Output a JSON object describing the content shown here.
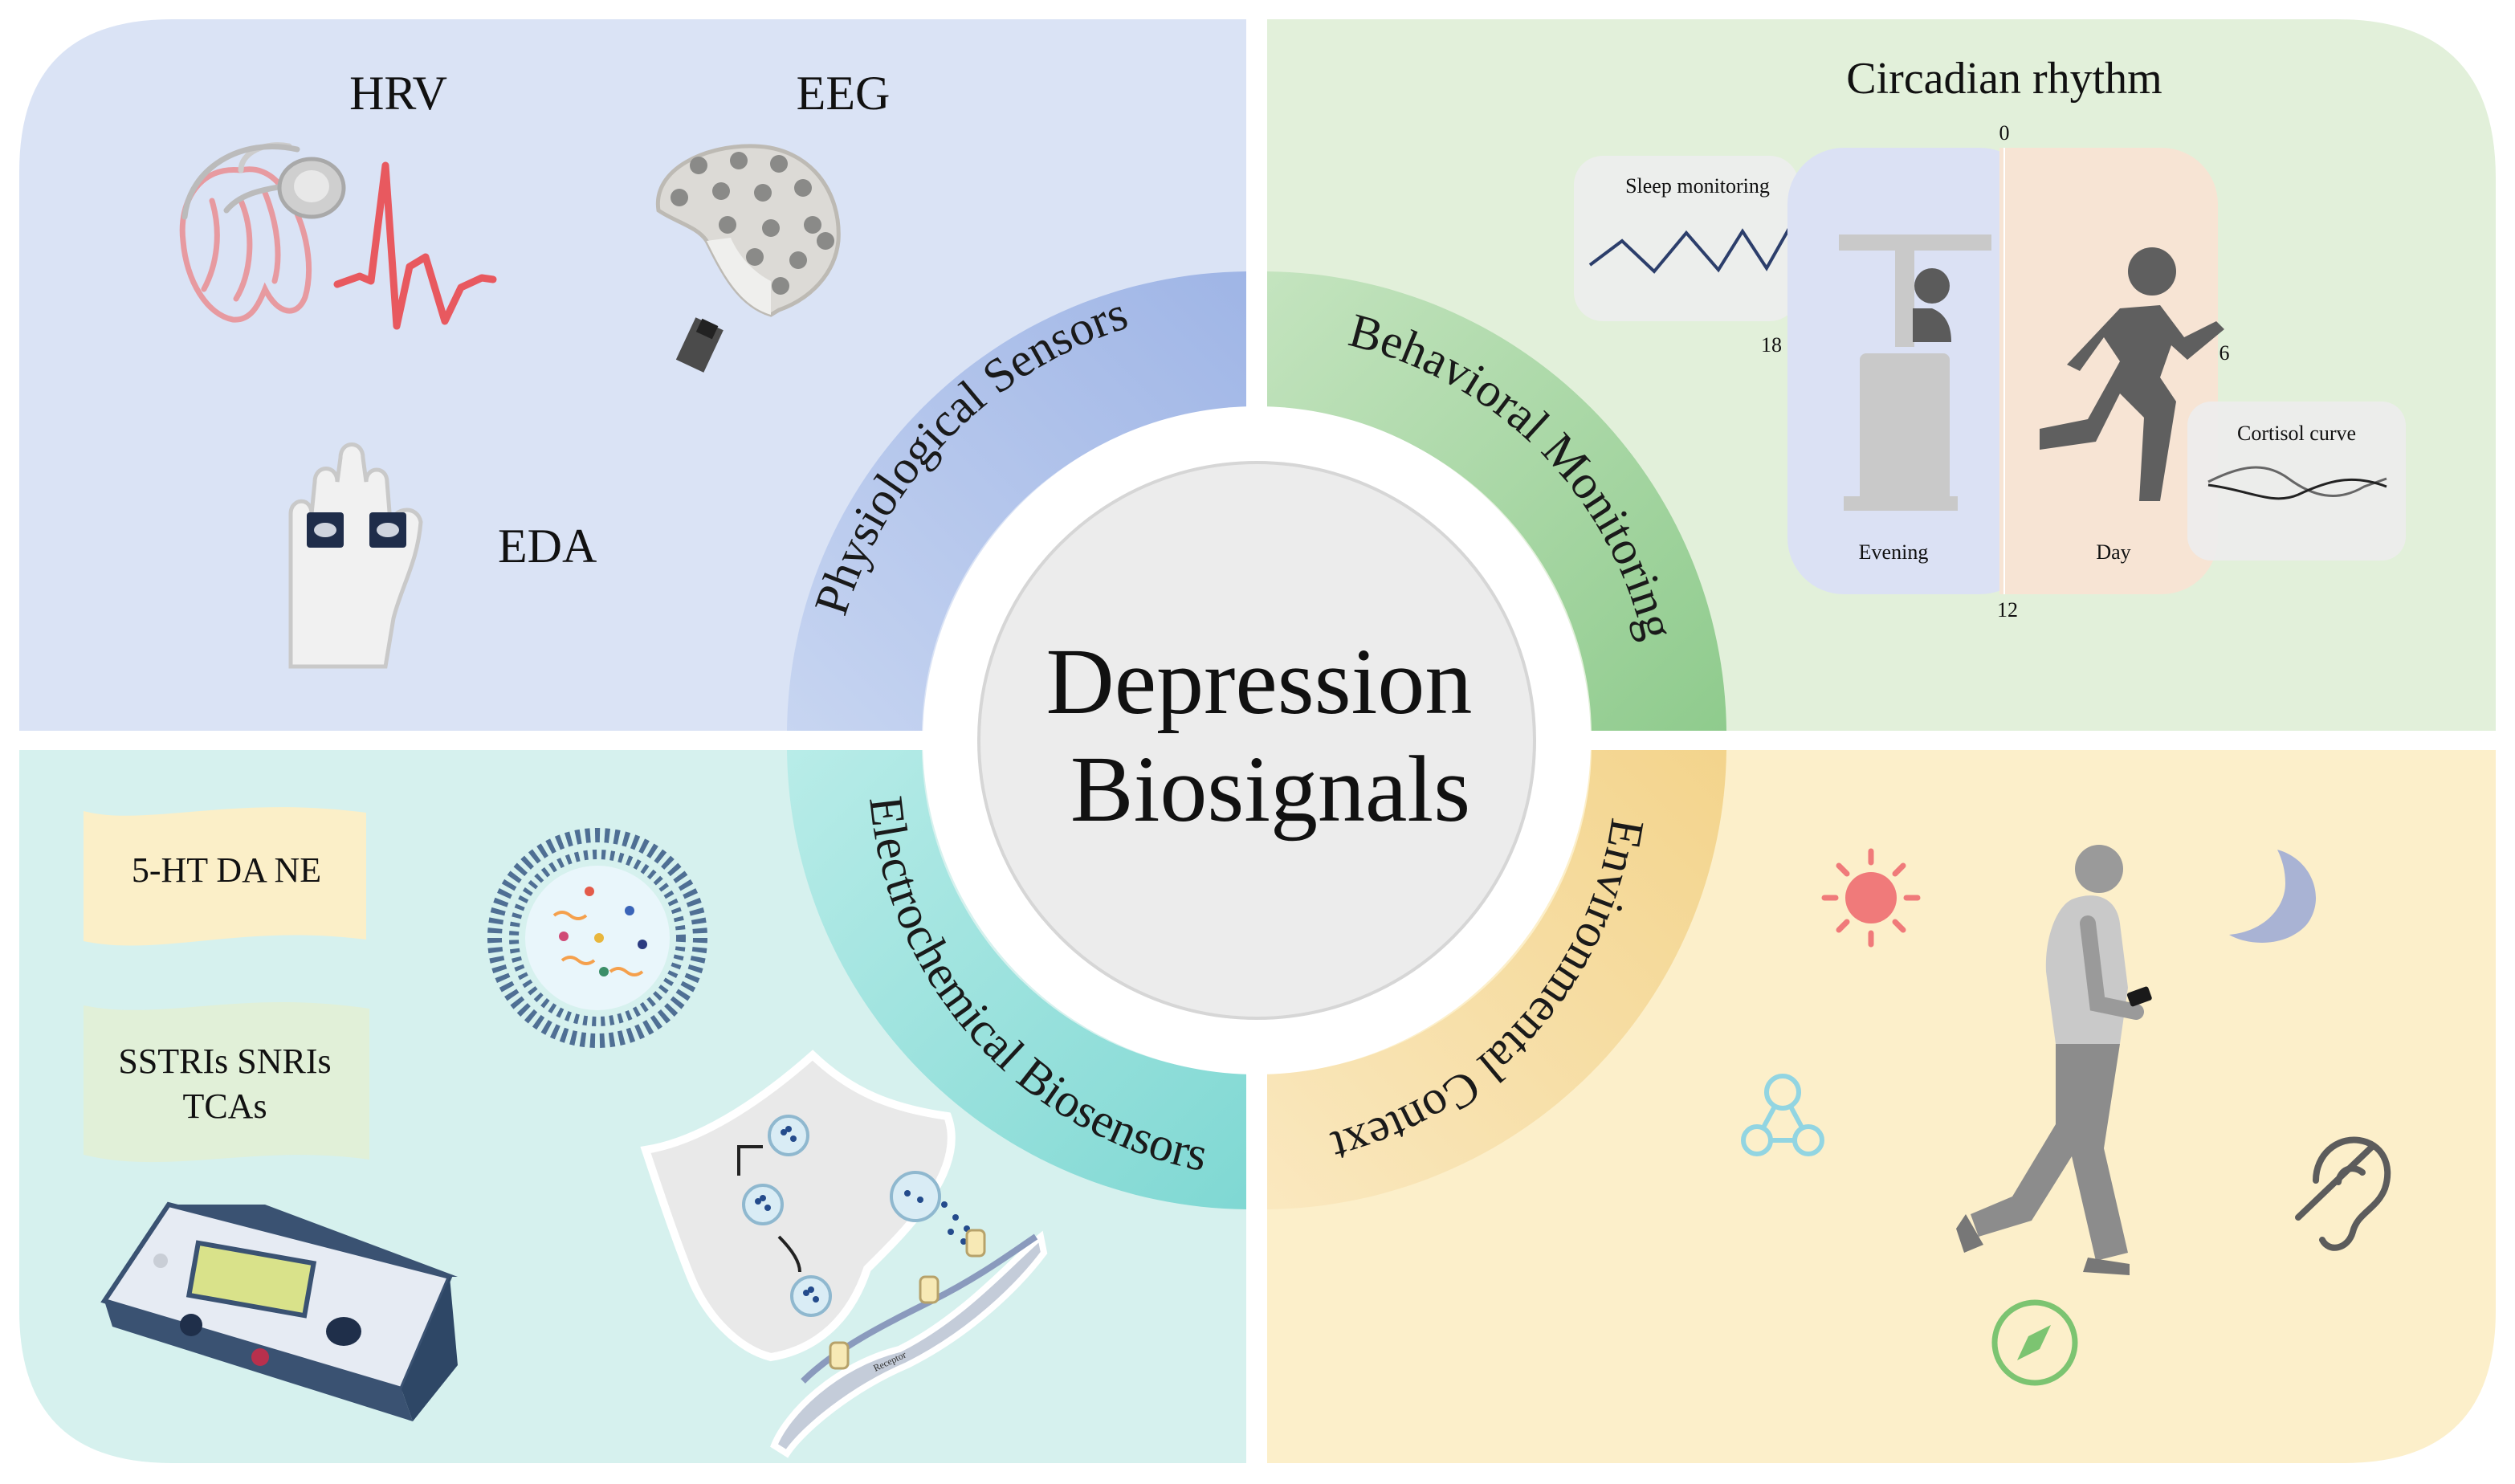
{
  "center_title": {
    "line1": "Depression",
    "line2": "Biosignals"
  },
  "ring_labels": {
    "physiological": "Physiological Sensors",
    "behavioral": "Behavioral Monitoring",
    "electrochemical": "Electrochemical Biosensors",
    "environmental": "Environmental Context"
  },
  "physiological": {
    "hrv": "HRV",
    "eeg": "EEG",
    "eda": "EDA"
  },
  "behavioral": {
    "title": "Circadian rhythm",
    "sleep_monitoring": "Sleep monitoring",
    "cortisol_curve": "Cortisol curve",
    "clock_0": "0",
    "clock_6": "6",
    "clock_12": "12",
    "clock_18": "18",
    "evening": "Evening",
    "day": "Day"
  },
  "electrochemical": {
    "neurotransmitters": "5-HT DA  NE",
    "drugs_line1": "SSTRIs SNRIs",
    "drugs_line2": "TCAs",
    "receptor": "Receptor"
  },
  "colors": {
    "physiological_bg": "#dae3f5",
    "behavioral_bg": "#e2f0da",
    "electrochemical_bg": "#d6f1ee",
    "environmental_bg": "#fcefca",
    "physiological_ring": "#a9bde9",
    "behavioral_ring": "#a8d6a6",
    "electrochemical_ring": "#9be0dc",
    "environmental_ring": "#f6dda0",
    "center": "#ececec"
  },
  "icons": [
    "heart-icon",
    "ecg-wave-icon",
    "eeg-cap-icon",
    "hand-electrode-icon",
    "bed-icon",
    "running-person-icon",
    "liposome-icon",
    "potentiostat-icon",
    "synapse-icon",
    "sun-icon",
    "moon-icon",
    "social-network-icon",
    "walking-person-phone-icon",
    "hearing-off-icon",
    "compass-icon"
  ]
}
